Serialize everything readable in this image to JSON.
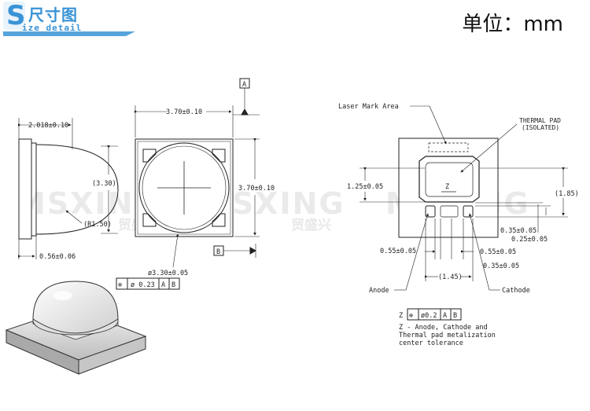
{
  "header": {
    "tab_letter": "S",
    "tab_cn": "尺寸图",
    "tab_en": "ize detail",
    "unit_label": "单位：mm"
  },
  "watermark": {
    "text": "MSXING",
    "cn": "贸盛兴"
  },
  "side_view": {
    "dim_top": "2.018±0.10",
    "dim_height": "(3.30)",
    "radius": "(R1.50)",
    "dim_bottom": "0.56±0.06"
  },
  "top_view": {
    "datum_a": "A",
    "datum_b": "B",
    "dim_width": "3.70±0.10",
    "dim_height": "3.70±0.10",
    "lens_dia": "ø3.30±0.05",
    "tol_symbol": "⊕",
    "tol_value": "ø 0.23",
    "tol_ref_a": "A",
    "tol_ref_b": "B"
  },
  "bottom_view": {
    "laser_mark": "Laser Mark Area",
    "thermal_pad": "THERMAL PAD",
    "thermal_pad_sub": "(ISOLATED)",
    "dim_left": "1.25±0.05",
    "dim_right": "(1.85)",
    "z_label": "Z",
    "dim_035_a": "0.35±0.05",
    "dim_025": "0.25±0.05",
    "dim_055_left": "0.55±0.05",
    "dim_055_right": "0.55±0.05",
    "dim_035_b": "0.35±0.05",
    "dim_145": "(1.45)",
    "anode": "Anode",
    "cathode": "Cathode",
    "tol_z": "Z",
    "tol_symbol": "⊕",
    "tol_value": "ø0.2",
    "tol_ref_a": "A",
    "tol_ref_b": "B",
    "note_line1": "Z - Anode, Cathode and",
    "note_line2": "Thermal pad metalization",
    "note_line3": "center tolerance"
  }
}
